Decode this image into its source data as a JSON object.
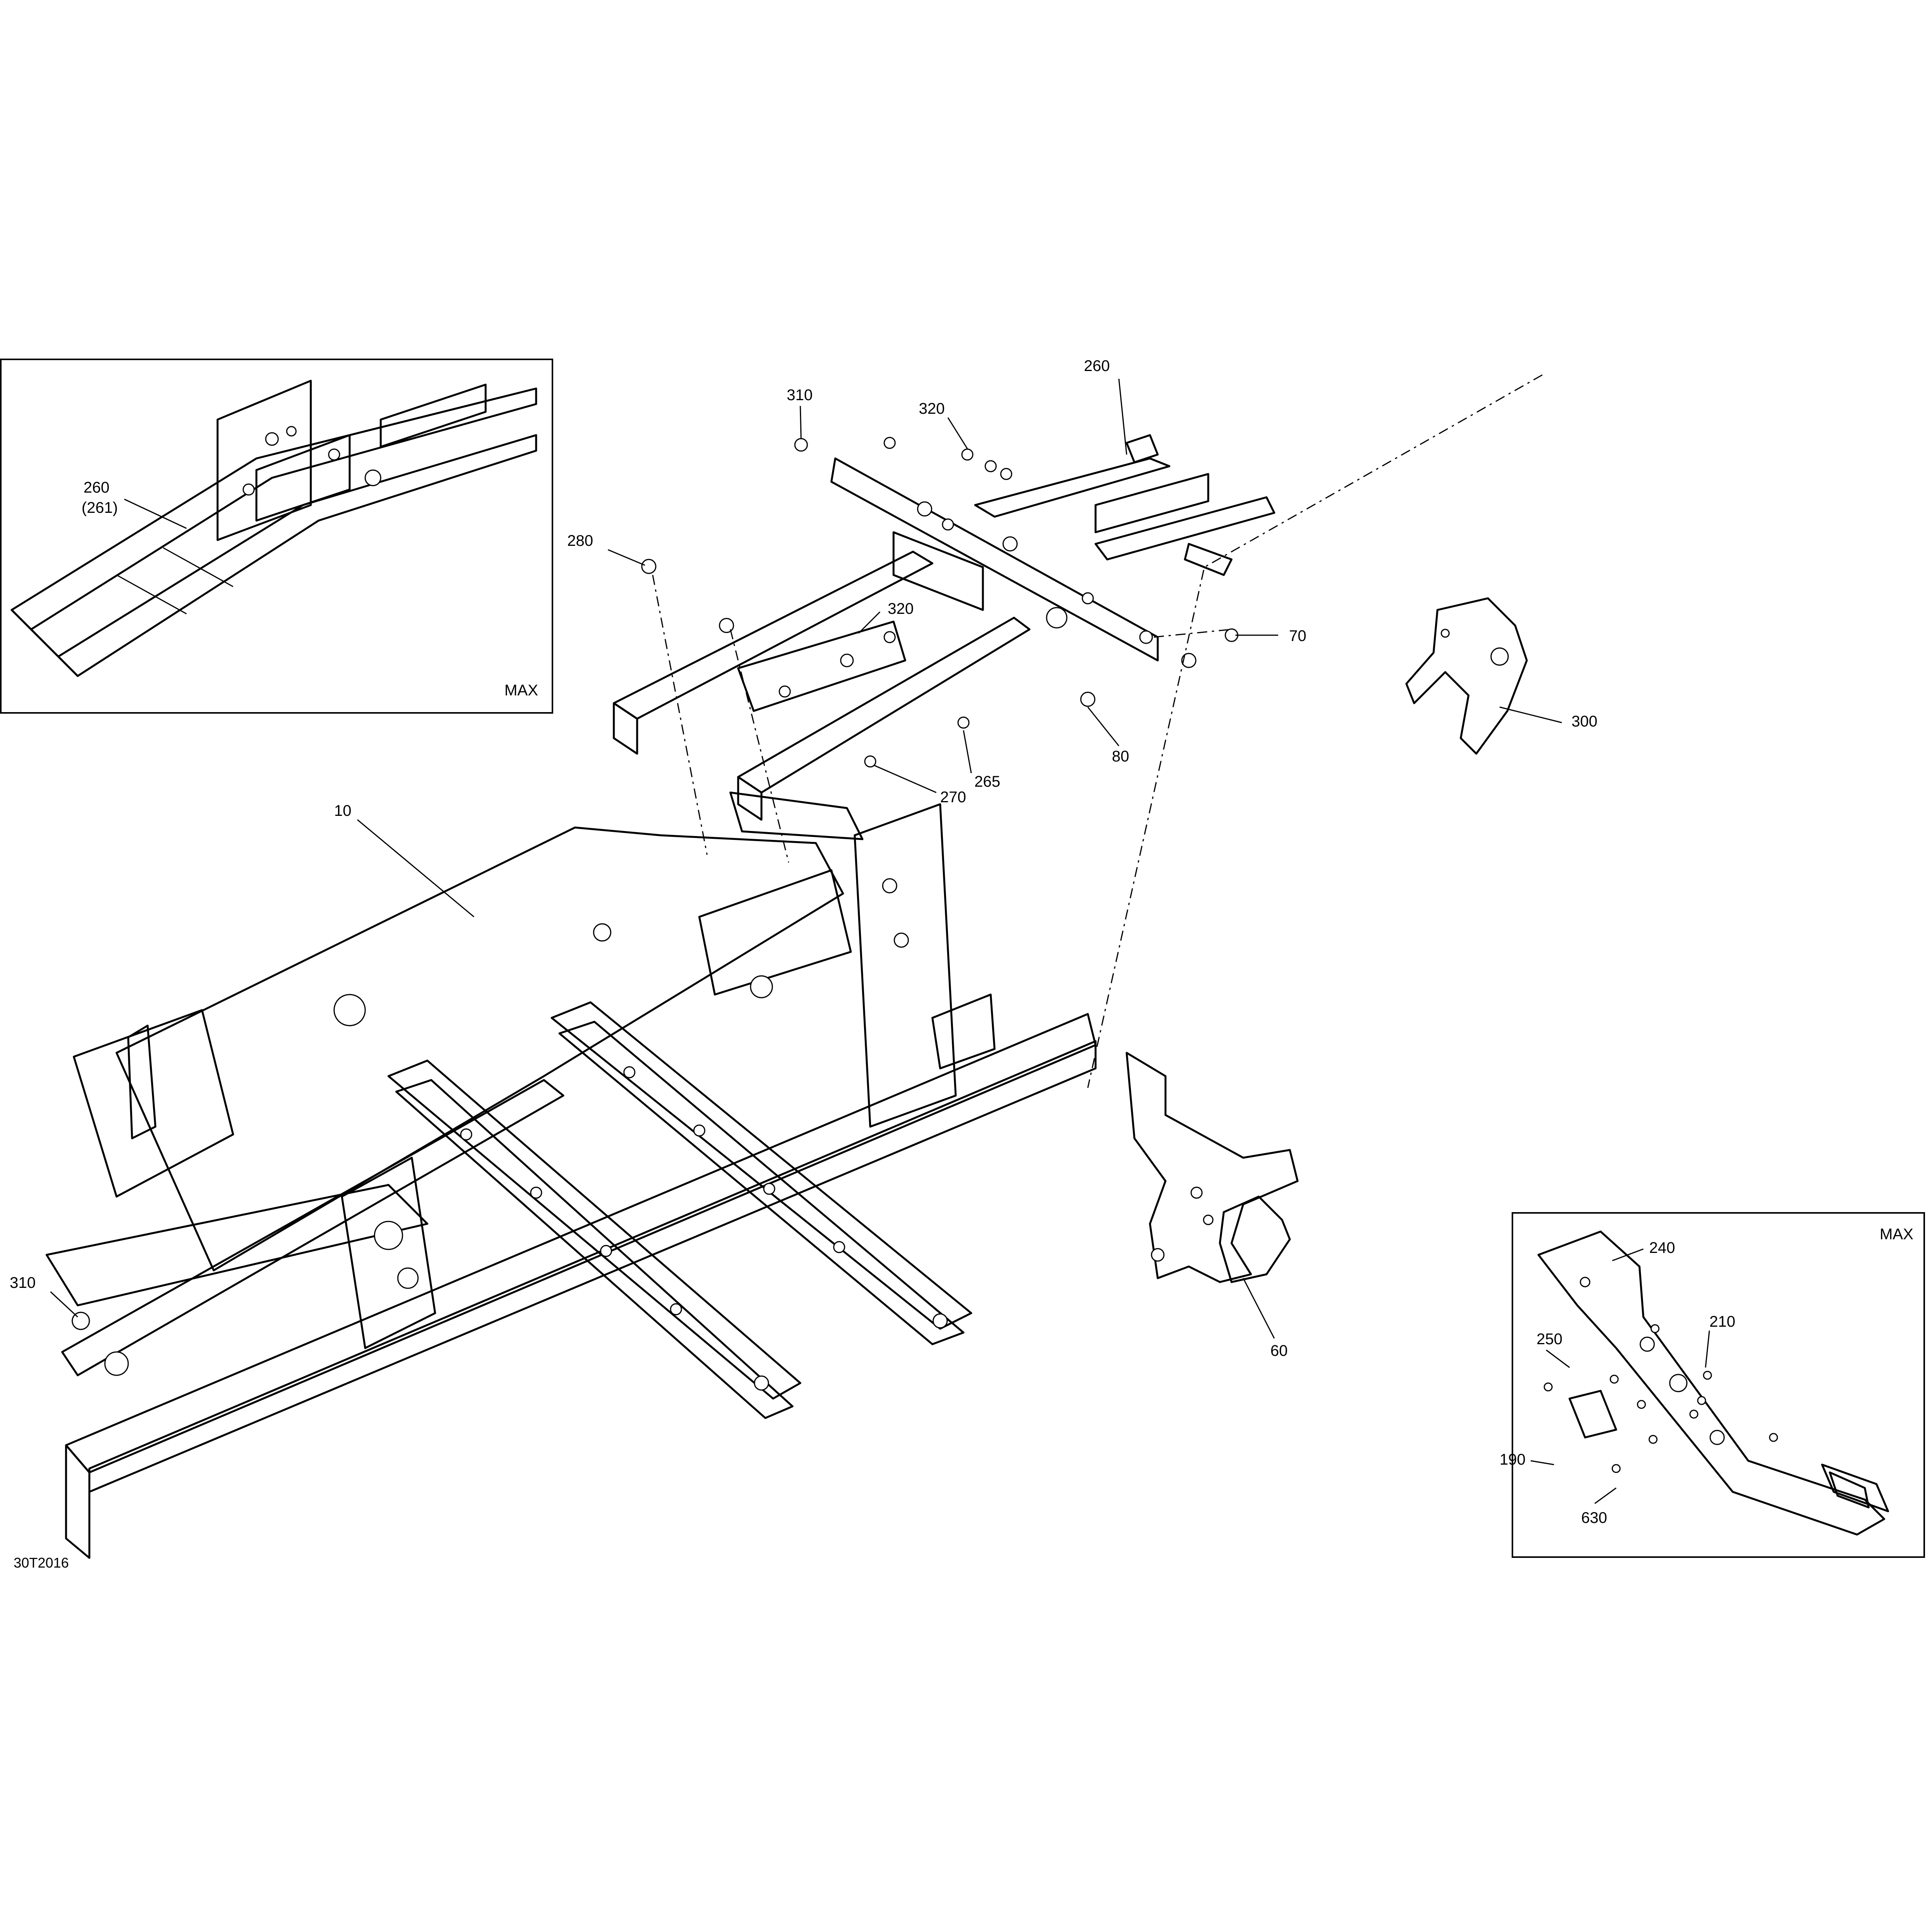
{
  "diagram_code": "30T2016",
  "insets": [
    {
      "label": "MAX"
    },
    {
      "label": "MAX"
    }
  ],
  "callouts": {
    "c10": "10",
    "c60": "60",
    "c70": "70",
    "c80": "80",
    "c190": "190",
    "c210": "210",
    "c240": "240",
    "c250": "250",
    "c260_main": "260",
    "c260_inset": "260",
    "c261_inset": "(261)",
    "c265": "265",
    "c270": "270",
    "c280": "280",
    "c300": "300",
    "c310_top": "310",
    "c310_left": "310",
    "c320_top": "320",
    "c320_mid": "320",
    "c630": "630"
  }
}
